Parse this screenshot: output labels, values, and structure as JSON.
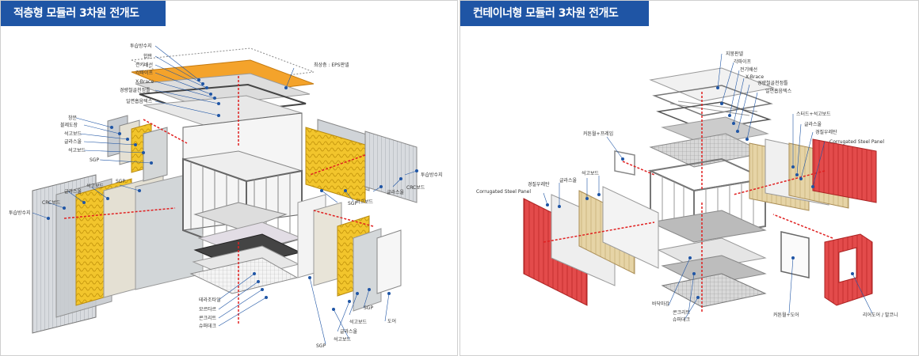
{
  "left": {
    "title": "적층형 모듈러 3차원 전개도",
    "labels": {
      "roof_waterproof": "투습방수지",
      "plywood": "합판",
      "electric": "전기배선",
      "glasswool_top": "각파이프",
      "xbrace": "X-Brace",
      "light_steel": "경량철골천정틀",
      "sound_box": "일면흡음텍스",
      "insulation": "최상층 : EPS판넬",
      "window": "창문",
      "exterior_trim": "블제도장",
      "gypsum1": "석고보드",
      "glasswool1": "글라스울",
      "gypsum2": "석고보드",
      "sgp1": "SGP",
      "glasswool2": "글라스울",
      "gypsum3": "석고보드",
      "sgp2": "SGP",
      "crc_left": "CRC보드",
      "waterproof_left": "투습방수지",
      "waterproof_right": "투습방수지",
      "crc_right": "CRC보드",
      "glasswool_right": "글라스울",
      "gypsum_right": "석고보드",
      "sgp_right": "SGP",
      "terrazzo": "테라조타일",
      "mortar": "모르타르",
      "concrete": "콘크리트",
      "deck": "슈퍼데크",
      "sgp_bottom": "SGP",
      "gypsum_b1": "석고보드",
      "glasswool_b": "글라스울",
      "gypsum_b2": "석고보드",
      "door": "도어",
      "sgp_b2": "SGP"
    }
  },
  "right": {
    "title": "컨테이너형 모듈러 3차원 전개도",
    "labels": {
      "roof_panel": "지붕판넬",
      "pipe": "각파이프",
      "electric": "전기배선",
      "xbrace": "X-Brace",
      "light_steel": "경량철골천정틀",
      "sound_box": "일면흡음텍스",
      "stud_gypsum": "스터드+석고보드",
      "glasswool_r": "글라스울",
      "urethane_r": "경질우레탄",
      "corrugated_r": "Corrugated Steel Panel",
      "curtain_frame": "커튼월+프레임",
      "gypsum_l": "석고보드",
      "glasswool_l": "글라스울",
      "urethane_l": "경질우레탄",
      "corrugated_l": "Corrugated Steel Panel",
      "floor_finish": "바닥마감",
      "concrete": "콘크리트",
      "deck": "슈퍼데크",
      "curtain_door": "커튼월+도어",
      "rear_door": "리어도어 / 발코니"
    }
  }
}
